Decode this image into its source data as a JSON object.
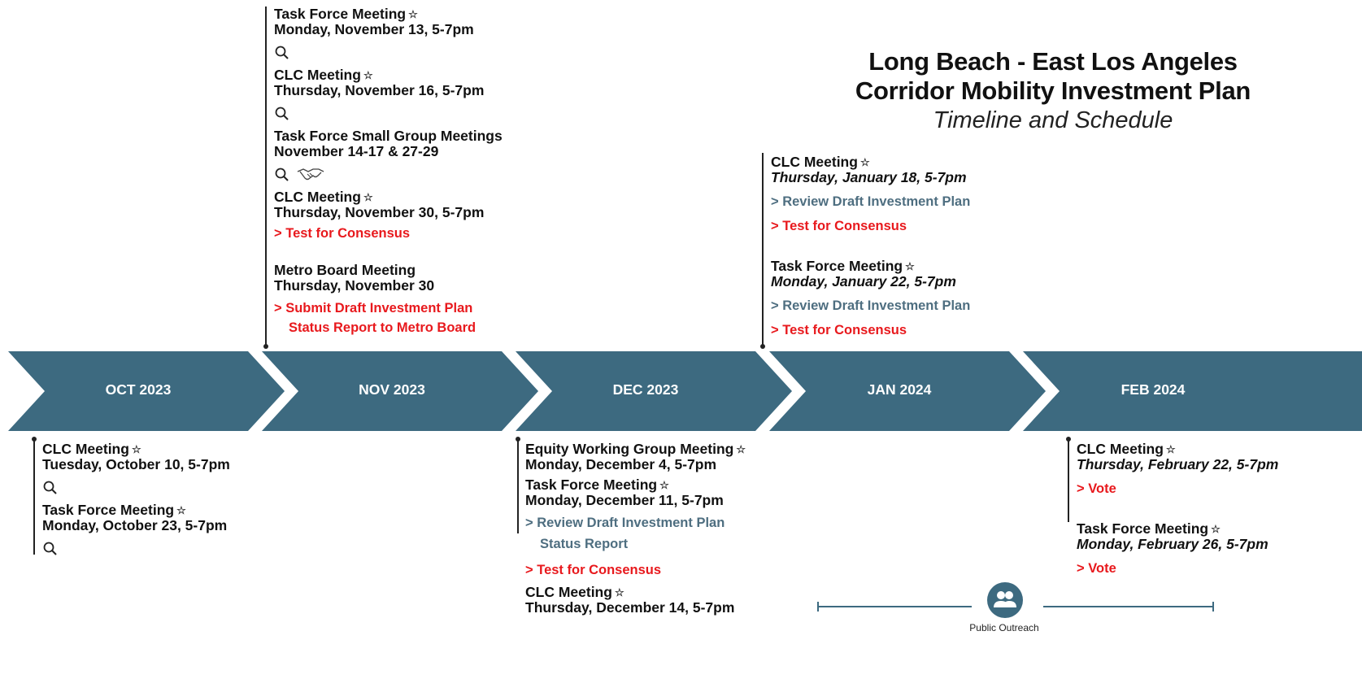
{
  "title": {
    "line1": "Long Beach - East Los Angeles",
    "line2": "Corridor Mobility Investment Plan",
    "subtitle": "Timeline and Schedule"
  },
  "colors": {
    "ribbon": "#3d6a80",
    "action_red": "#e8191d",
    "action_blue": "#4e6e80"
  },
  "months": [
    "OCT 2023",
    "NOV 2023",
    "DEC 2023",
    "JAN 2024",
    "FEB 2024"
  ],
  "star": "☆",
  "oct": {
    "m1": {
      "title": "CLC Meeting",
      "date": "Tuesday, October 10, 5-7pm",
      "icons": [
        "magnifier-icon"
      ]
    },
    "m2": {
      "title": "Task Force Meeting",
      "date": "Monday, October 23, 5-7pm",
      "icons": [
        "magnifier-icon"
      ]
    }
  },
  "nov": {
    "m1": {
      "title": "Task Force Meeting",
      "date": "Monday, November 13, 5-7pm",
      "icons": [
        "magnifier-icon"
      ]
    },
    "m2": {
      "title": "CLC Meeting",
      "date": "Thursday, November 16, 5-7pm",
      "icons": [
        "magnifier-icon"
      ]
    },
    "m3": {
      "title": "Task Force Small Group Meetings",
      "date": "November 14-17 & 27-29",
      "icons": [
        "magnifier-icon",
        "handshake-icon"
      ]
    },
    "m4": {
      "title": "CLC Meeting",
      "date": "Thursday, November 30, 5-7pm",
      "action": "> Test for Consensus"
    },
    "m5": {
      "title": "Metro Board Meeting",
      "date": "Thursday, November 30",
      "action1": "> Submit Draft Investment Plan",
      "action2": "Status Report to Metro Board"
    }
  },
  "dec": {
    "m1": {
      "title": "Equity Working Group Meeting",
      "date": "Monday, December 4, 5-7pm"
    },
    "m2": {
      "title": "Task Force Meeting",
      "date": "Monday, December 11, 5-7pm",
      "action1": "> Review Draft Investment Plan",
      "action2": "Status Report",
      "action3": "> Test for Consensus"
    },
    "m3": {
      "title": "CLC Meeting",
      "date": "Thursday, December 14, 5-7pm"
    }
  },
  "jan": {
    "m1": {
      "title": "CLC Meeting",
      "date": "Thursday, January 18, 5-7pm",
      "action1": "> Review Draft Investment Plan",
      "action2": "> Test for Consensus"
    },
    "m2": {
      "title": "Task Force Meeting",
      "date": "Monday, January 22, 5-7pm",
      "action1": "> Review Draft Investment Plan",
      "action2": "> Test for Consensus"
    }
  },
  "feb": {
    "m1": {
      "title": "CLC Meeting",
      "date": "Thursday, February 22, 5-7pm",
      "action": "> Vote"
    },
    "m2": {
      "title": "Task Force Meeting",
      "date": "Monday, February 26, 5-7pm",
      "action": "> Vote"
    }
  },
  "outreach": {
    "label": "Public Outreach",
    "icon": "people-icon"
  }
}
